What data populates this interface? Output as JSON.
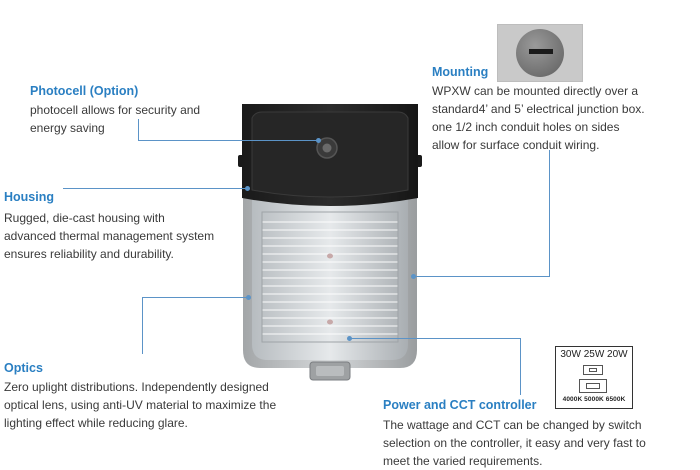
{
  "photocell": {
    "title": "Photocell (Option)",
    "lines": [
      "photocell allows for security and",
      "energy saving"
    ]
  },
  "housing": {
    "title": "Housing",
    "lines": [
      "Rugged, die-cast housing with",
      "advanced thermal management system",
      "ensures reliability and durability."
    ]
  },
  "optics": {
    "title": "Optics",
    "lines": [
      "Zero uplight distributions. Independently designed",
      "optical lens, using anti-UV material to maximize the",
      "lighting effect while reducing glare."
    ]
  },
  "mounting": {
    "title": "Mounting",
    "lines": [
      "WPXW can be mounted directly over a",
      "standard4’ and 5’ electrical junction box.",
      "one 1/2 inch conduit holes on sides",
      "allow for surface conduit wiring."
    ]
  },
  "controller": {
    "title": "Power and CCT controller",
    "lines": [
      "The wattage and CCT can be changed by switch",
      "selection on the controller, it easy and very fast to",
      "meet the varied requirements."
    ],
    "watt_options": "30W 25W 20W",
    "cct_options": "4000K 5000K 6500K"
  },
  "colors": {
    "accent": "#2a7fc2",
    "leader_line": "#5b93c7",
    "body_text": "#3a3a3a",
    "fixture_top": "#1f1f1f"
  },
  "icons": [
    "fixture-illustration",
    "mounting-photo",
    "controller-switch-diagram"
  ]
}
